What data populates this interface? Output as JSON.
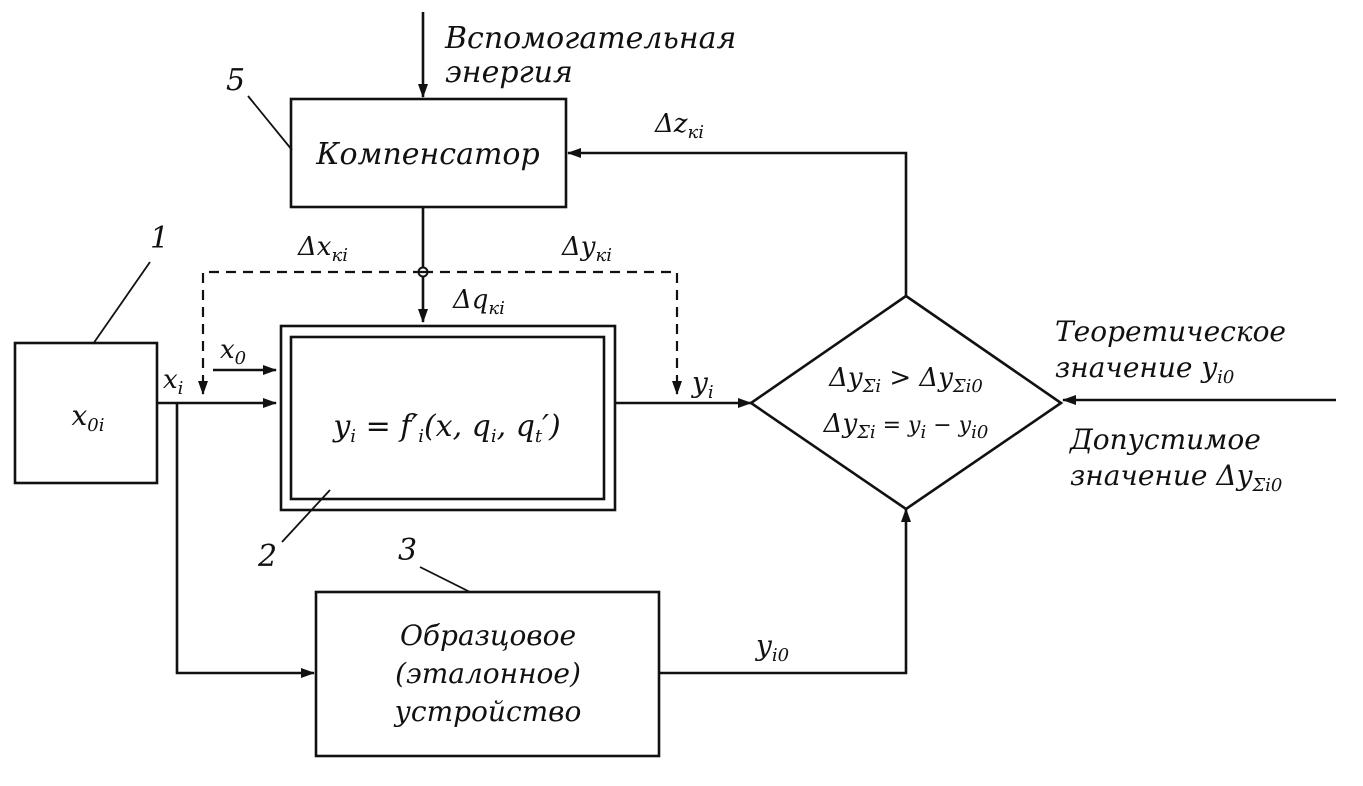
{
  "top_input": {
    "line1": "Вспомогательная",
    "line2": "энергия"
  },
  "compensator": {
    "label": "Компенсатор",
    "number": "5",
    "feedback_label": "Δz",
    "feedback_sub": "кi"
  },
  "source": {
    "number": "1",
    "label": "x",
    "label_sub": "0i",
    "output": "x",
    "output_sub": "i"
  },
  "device": {
    "number": "2",
    "formula_lhs": "y",
    "formula_lhs_sub": "i",
    "formula_rhs_f": " = f′",
    "formula_rhs_f_sub": "i",
    "formula_args_1": "(x, q",
    "formula_args_1_sub": "i",
    "formula_args_2": ", q",
    "formula_args_2_sub": "t",
    "formula_args_3": "′)",
    "input2": "x",
    "input2_sub": "0",
    "output": "y",
    "output_sub": "i",
    "param_label": "Δq",
    "param_sub": "кi"
  },
  "corrections": {
    "x_label": "Δx",
    "x_sub": "кi",
    "y_label": "Δy",
    "y_sub": "кi"
  },
  "reference": {
    "number": "3",
    "line1": "Образцовое",
    "line2": "(эталонное)",
    "line3": "устройство",
    "output": "y",
    "output_sub": "i0"
  },
  "comparator": {
    "cond1_a": "Δy",
    "cond1_a_sub": "Σi",
    "cond1_op": " > Δy",
    "cond1_b_sub": "Σi0",
    "cond2_a": "Δy",
    "cond2_a_sub": "Σi",
    "cond2_rest": " = y",
    "cond2_rest_sub": "i",
    "cond2_minus": " − y",
    "cond2_minus_sub": "i0"
  },
  "right_inputs": {
    "theory_line1": "Теоретическое",
    "theory_line2": "значение y",
    "theory_line2_sub": "i0",
    "allow_line1": "Допустимое",
    "allow_line2": "значение Δy",
    "allow_line2_sub": "Σi0"
  }
}
